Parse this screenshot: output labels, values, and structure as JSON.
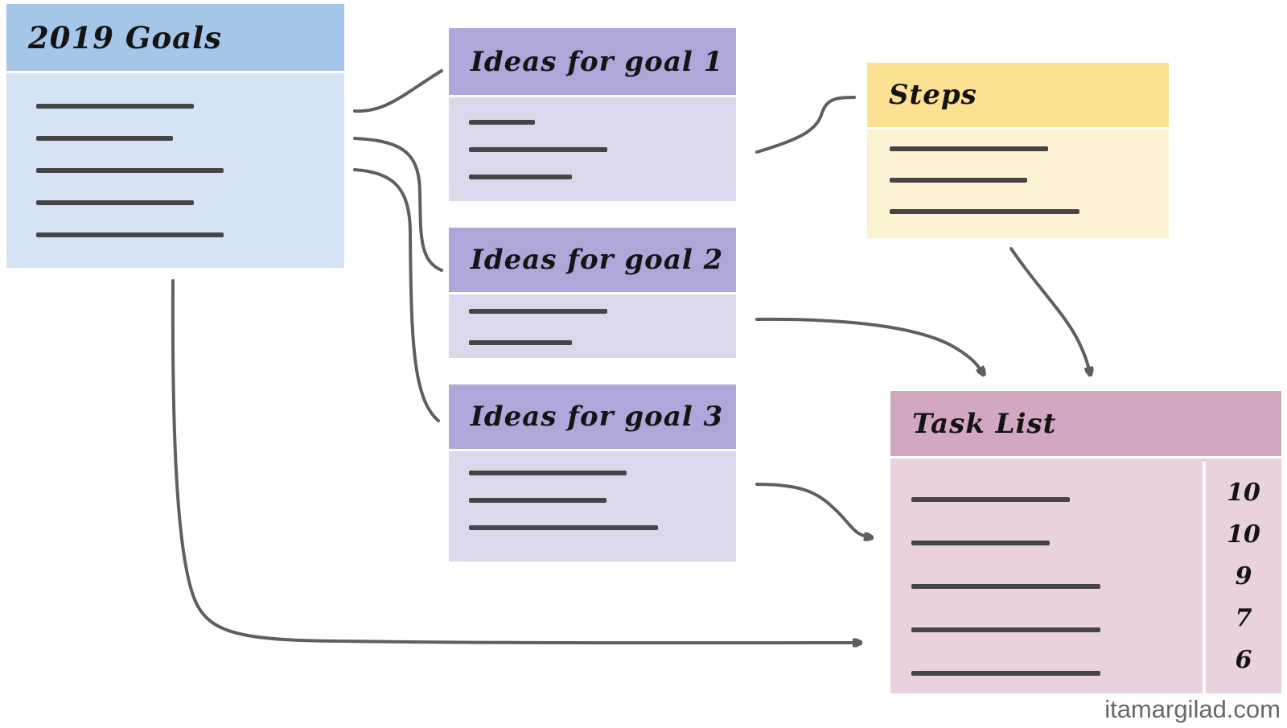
{
  "page": {
    "watermark": "itamargilad.com",
    "background_color": "#ffffff"
  },
  "colors": {
    "goals_header": "#a5c5e9",
    "goals_body": "#d6e3f4",
    "ideas_header": "#b1a6d9",
    "ideas_body": "#dcd8ec",
    "steps_header": "#fbe191",
    "steps_body": "#fdf2d1",
    "tasklist_header": "#d2a7c1",
    "tasklist_body": "#e9d1df",
    "text_bar": "#454545",
    "connector": "#5f5f5f"
  },
  "boxes": {
    "goals": {
      "title": "2019 Goals",
      "placeholder_line_widths": [
        196,
        170,
        233,
        196,
        233
      ]
    },
    "ideas1": {
      "title": "Ideas for goal 1",
      "placeholder_line_widths": [
        82,
        172,
        128
      ]
    },
    "ideas2": {
      "title": "Ideas for goal 2",
      "placeholder_line_widths": [
        172,
        128
      ]
    },
    "ideas3": {
      "title": "Ideas for goal 3",
      "placeholder_line_widths": [
        196,
        171,
        235
      ]
    },
    "steps": {
      "title": "Steps",
      "placeholder_line_widths": [
        197,
        171,
        236
      ]
    },
    "tasklist": {
      "title": "Task List",
      "placeholder_line_widths": [
        197,
        172,
        235,
        235,
        235
      ],
      "scores": [
        "10",
        "10",
        "9",
        "7",
        "6"
      ]
    }
  },
  "connectors": [
    {
      "from": "goals",
      "to": "ideas1",
      "arrowhead": false
    },
    {
      "from": "goals",
      "to": "ideas2",
      "arrowhead": false
    },
    {
      "from": "goals",
      "to": "ideas3",
      "arrowhead": false
    },
    {
      "from": "ideas1",
      "to": "steps",
      "arrowhead": false
    },
    {
      "from": "ideas2",
      "to": "tasklist",
      "arrowhead": true
    },
    {
      "from": "steps",
      "to": "tasklist",
      "arrowhead": true
    },
    {
      "from": "ideas3",
      "to": "tasklist",
      "arrowhead": true
    },
    {
      "from": "goals",
      "to": "tasklist",
      "arrowhead": true
    }
  ]
}
